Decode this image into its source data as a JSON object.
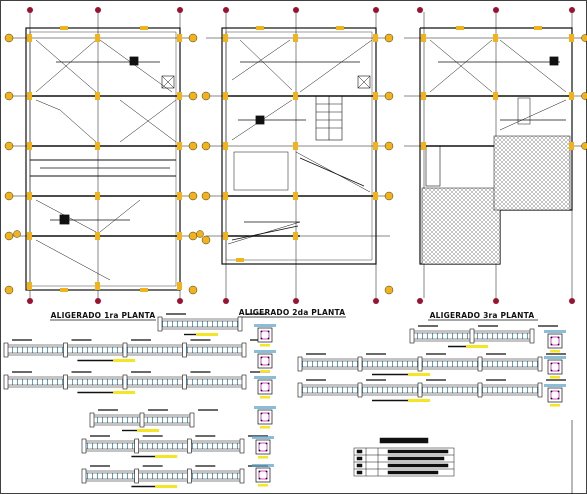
{
  "plans": [
    {
      "title": "ALIGERADO 1ra PLANTA"
    },
    {
      "title": "ALIGERADO 2da PLANTA"
    },
    {
      "title": "ALIGERADO 3ra PLANTA"
    }
  ],
  "colors": {
    "line": "#111111",
    "column": "#f2b21a",
    "axis_bubble": "#f2b21a",
    "marker": "#9a1230",
    "section": "#5aa0c8",
    "highlight": "#f5e625",
    "magenta": "#d01cc0"
  },
  "icons": {
    "axis_bubble": "circle",
    "grid_marker": "axis-end-marker-icon"
  }
}
